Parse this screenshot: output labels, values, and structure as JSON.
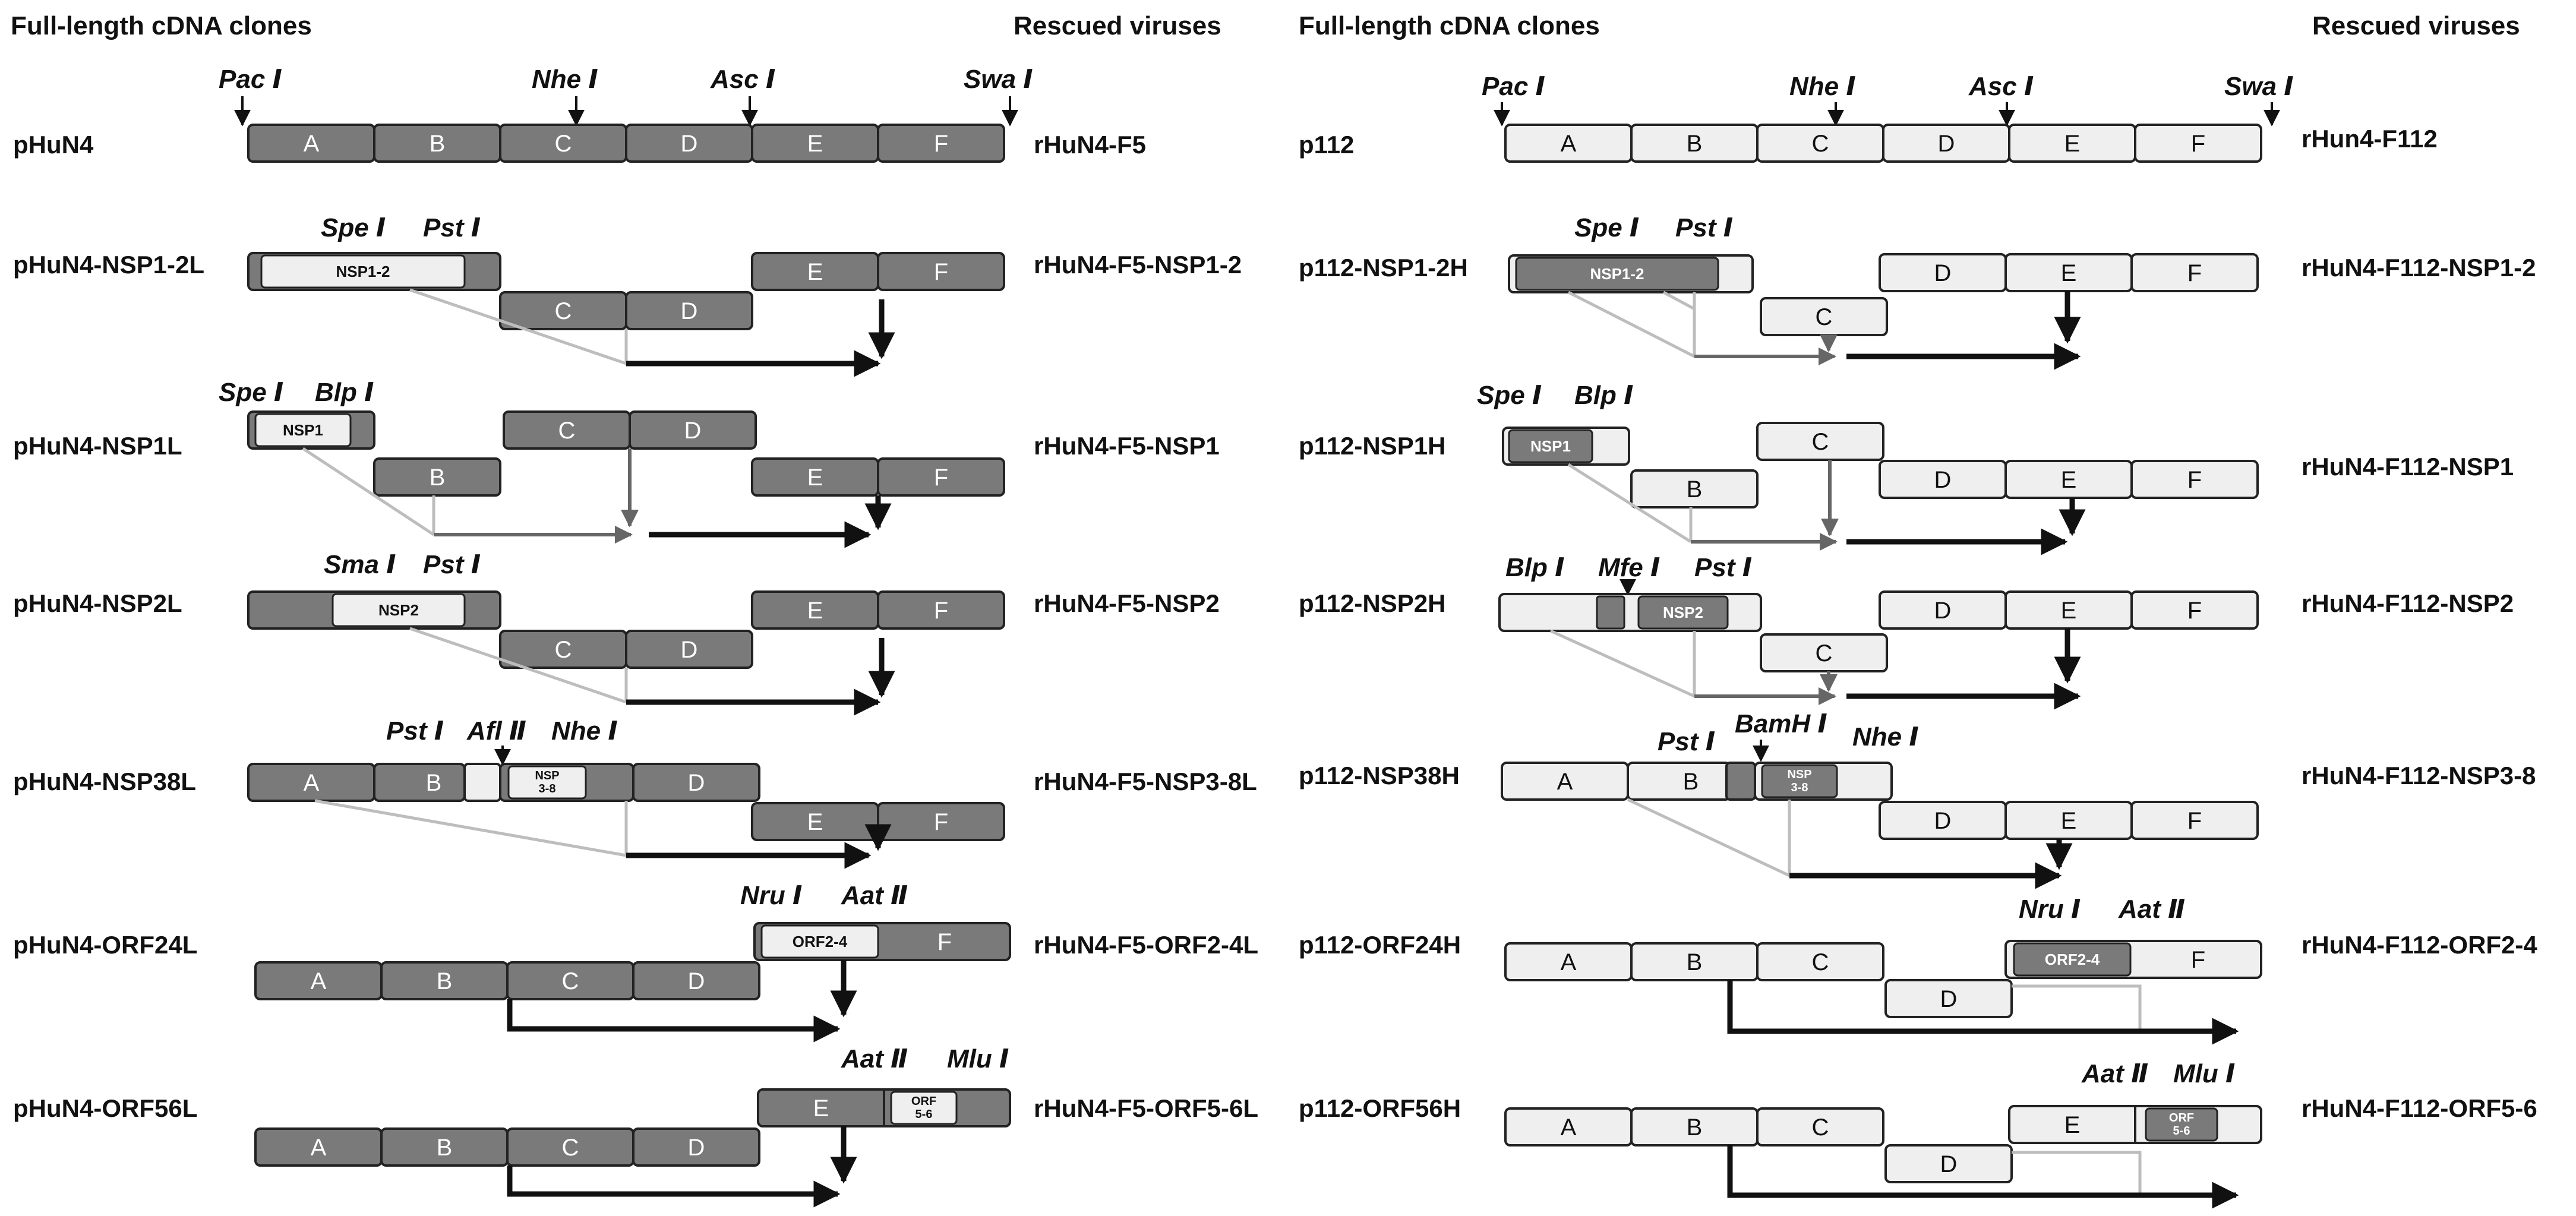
{
  "headers": {
    "left_clones": "Full-length cDNA clones",
    "left_viruses": "Rescued viruses",
    "right_clones": "Full-length cDNA clones",
    "right_viruses": "Rescued viruses"
  },
  "colors": {
    "dark": "#7a7a7a",
    "light": "#efefef",
    "stroke": "#222222",
    "arrow": "#111111",
    "gray_line": "#bdbdbd",
    "mid_line": "#666666"
  },
  "left": {
    "rows": [
      {
        "clone": "pHuN4",
        "virus": "rHuN4-F5",
        "enzymes": [
          "Pac Ⅰ",
          "Nhe Ⅰ",
          "Asc Ⅰ",
          "Swa Ⅰ"
        ],
        "segments": [
          "A",
          "B",
          "C",
          "D",
          "E",
          "F"
        ]
      },
      {
        "clone": "pHuN4-NSP1-2L",
        "virus": "rHuN4-F5-NSP1-2",
        "enzymes": [
          "Spe Ⅰ",
          "Pst Ⅰ"
        ],
        "segments": [
          "NSP1-2",
          "E",
          "F",
          "C",
          "D"
        ]
      },
      {
        "clone": "pHuN4-NSP1L",
        "virus": "rHuN4-F5-NSP1",
        "enzymes": [
          "Spe Ⅰ",
          "Blp Ⅰ"
        ],
        "segments": [
          "NSP1",
          "C",
          "D",
          "B",
          "E",
          "F"
        ]
      },
      {
        "clone": "pHuN4-NSP2L",
        "virus": "rHuN4-F5-NSP2",
        "enzymes": [
          "Sma Ⅰ",
          "Pst Ⅰ"
        ],
        "segments": [
          "NSP2",
          "E",
          "F",
          "C",
          "D"
        ]
      },
      {
        "clone": "pHuN4-NSP38L",
        "virus": "rHuN4-F5-NSP3-8L",
        "enzymes": [
          "Pst Ⅰ",
          "Afl Ⅱ",
          "Nhe Ⅰ"
        ],
        "segments": [
          "A",
          "B",
          "NSP 3-8",
          "D",
          "E",
          "F"
        ]
      },
      {
        "clone": "pHuN4-ORF24L",
        "virus": "rHuN4-F5-ORF2-4L",
        "enzymes": [
          "Nru Ⅰ",
          "Aat Ⅱ"
        ],
        "segments": [
          "ORF2-4",
          "F",
          "A",
          "B",
          "C",
          "D"
        ]
      },
      {
        "clone": "pHuN4-ORF56L",
        "virus": "rHuN4-F5-ORF5-6L",
        "enzymes": [
          "Aat Ⅱ",
          "Mlu Ⅰ"
        ],
        "segments": [
          "E",
          "ORF 5-6",
          "A",
          "B",
          "C",
          "D"
        ]
      }
    ]
  },
  "right": {
    "rows": [
      {
        "clone": "p112",
        "virus": "rHun4-F112",
        "enzymes": [
          "Pac Ⅰ",
          "Nhe Ⅰ",
          "Asc Ⅰ",
          "Swa Ⅰ"
        ],
        "segments": [
          "A",
          "B",
          "C",
          "D",
          "E",
          "F"
        ]
      },
      {
        "clone": "p112-NSP1-2H",
        "virus": "rHuN4-F112-NSP1-2",
        "enzymes": [
          "Spe Ⅰ",
          "Pst Ⅰ"
        ],
        "segments": [
          "NSP1-2",
          "D",
          "E",
          "F",
          "C"
        ]
      },
      {
        "clone": "p112-NSP1H",
        "virus": "rHuN4-F112-NSP1",
        "enzymes": [
          "Spe Ⅰ",
          "Blp Ⅰ"
        ],
        "segments": [
          "NSP1",
          "C",
          "B",
          "D",
          "E",
          "F"
        ]
      },
      {
        "clone": "p112-NSP2H",
        "virus": "rHuN4-F112-NSP2",
        "enzymes": [
          "Blp Ⅰ",
          "Mfe Ⅰ",
          "Pst Ⅰ"
        ],
        "segments": [
          "NSP2",
          "D",
          "E",
          "F",
          "C"
        ]
      },
      {
        "clone": "p112-NSP38H",
        "virus": "rHuN4-F112-NSP3-8",
        "enzymes": [
          "Pst Ⅰ",
          "BamH Ⅰ",
          "Nhe Ⅰ"
        ],
        "segments": [
          "A",
          "B",
          "NSP 3-8",
          "D",
          "E",
          "F"
        ]
      },
      {
        "clone": "p112-ORF24H",
        "virus": "rHuN4-F112-ORF2-4",
        "enzymes": [
          "Nru Ⅰ",
          "Aat Ⅱ"
        ],
        "segments": [
          "A",
          "B",
          "C",
          "ORF2-4",
          "F",
          "D"
        ]
      },
      {
        "clone": "p112-ORF56H",
        "virus": "rHuN4-F112-ORF5-6",
        "enzymes": [
          "Aat Ⅱ",
          "Mlu Ⅰ"
        ],
        "segments": [
          "A",
          "B",
          "C",
          "E",
          "ORF 5-6",
          "D"
        ]
      }
    ]
  }
}
